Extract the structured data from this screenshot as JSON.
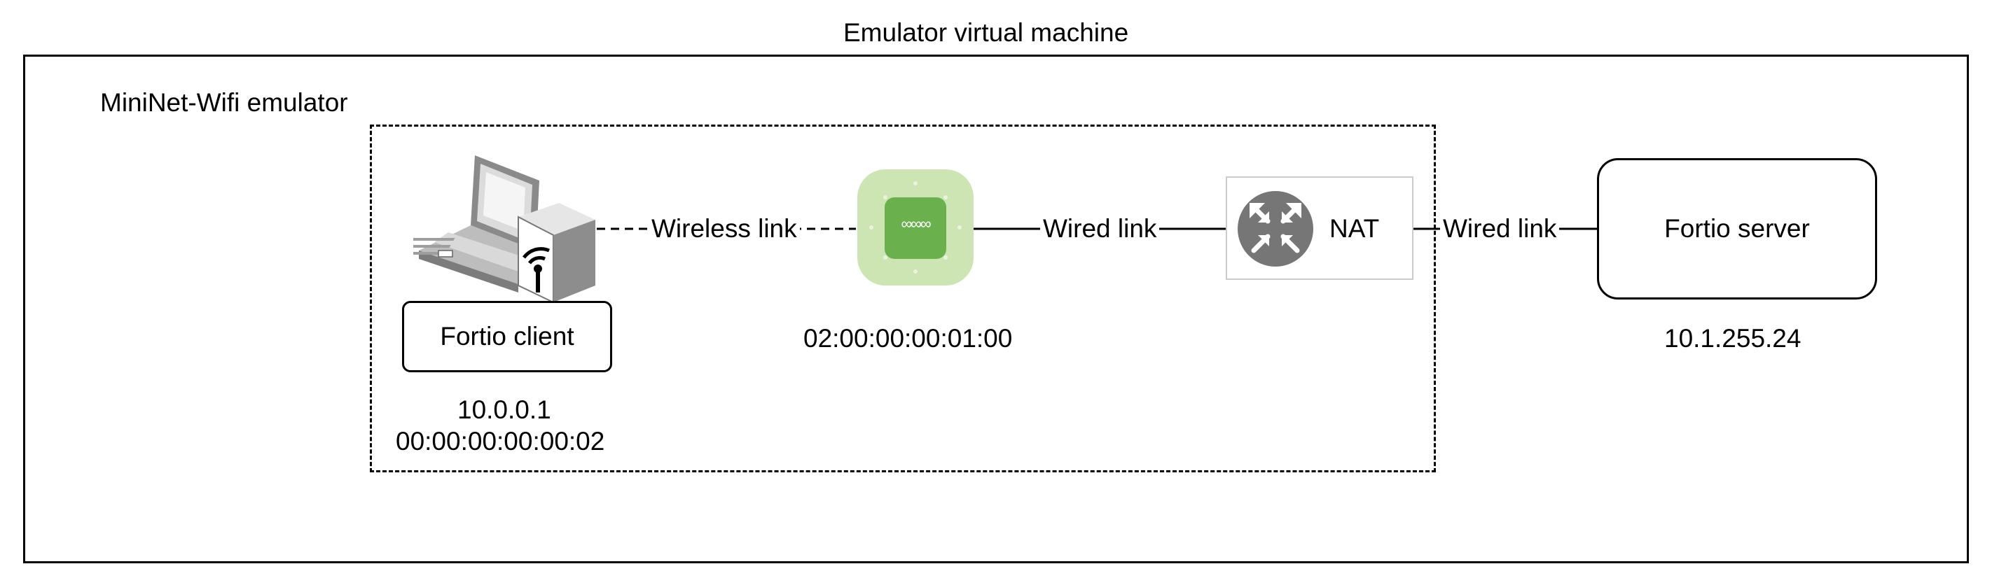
{
  "titles": {
    "vm": "Emulator virtual machine",
    "emulator": "MiniNet-Wifi emulator"
  },
  "client": {
    "label": "Fortio client",
    "ip": "10.0.0.1",
    "mac": "00:00:00:00:00:02"
  },
  "access_point": {
    "mac": "02:00:00:00:01:00",
    "glyph": "∞∞∞"
  },
  "nat": {
    "label": "NAT"
  },
  "server": {
    "label": "Fortio server",
    "ip": "10.1.255.24"
  },
  "links": {
    "wireless": "Wireless link",
    "wired_ap_nat": "Wired link",
    "wired_nat_server": "Wired link"
  },
  "colors": {
    "ap_outer": "#cce5b3",
    "ap_inner": "#6ab04c",
    "nat_icon": "#767676"
  },
  "icons": {
    "client": "laptop-with-wireless-station-icon",
    "access_point": "wireless-access-point-icon",
    "nat": "router-icon"
  }
}
